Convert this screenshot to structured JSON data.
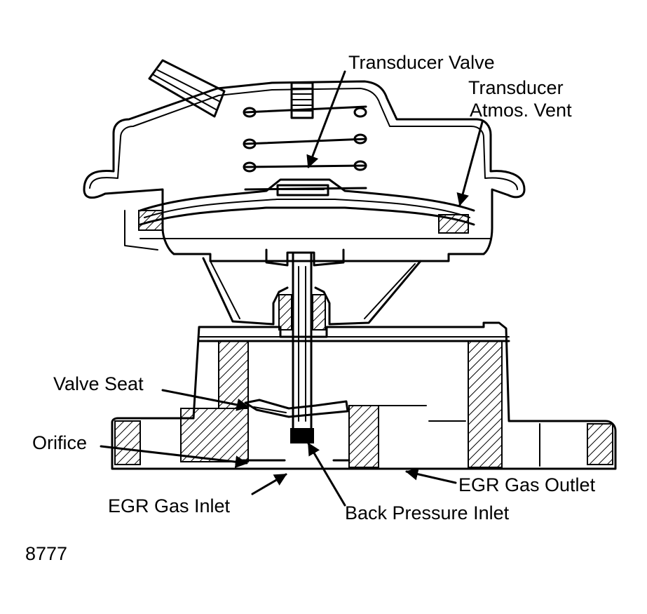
{
  "labels": {
    "transducer_valve": "Transducer Valve",
    "transducer_vent_line1": "Transducer",
    "transducer_vent_line2": "Atmos. Vent",
    "valve_seat": "Valve Seat",
    "orifice": "Orifice",
    "egr_gas_outlet": "EGR Gas Outlet",
    "egr_gas_inlet": "EGR Gas Inlet",
    "back_pressure_inlet": "Back Pressure Inlet",
    "figure_number": "8777"
  },
  "colors": {
    "ink": "#000000",
    "background": "#ffffff"
  }
}
